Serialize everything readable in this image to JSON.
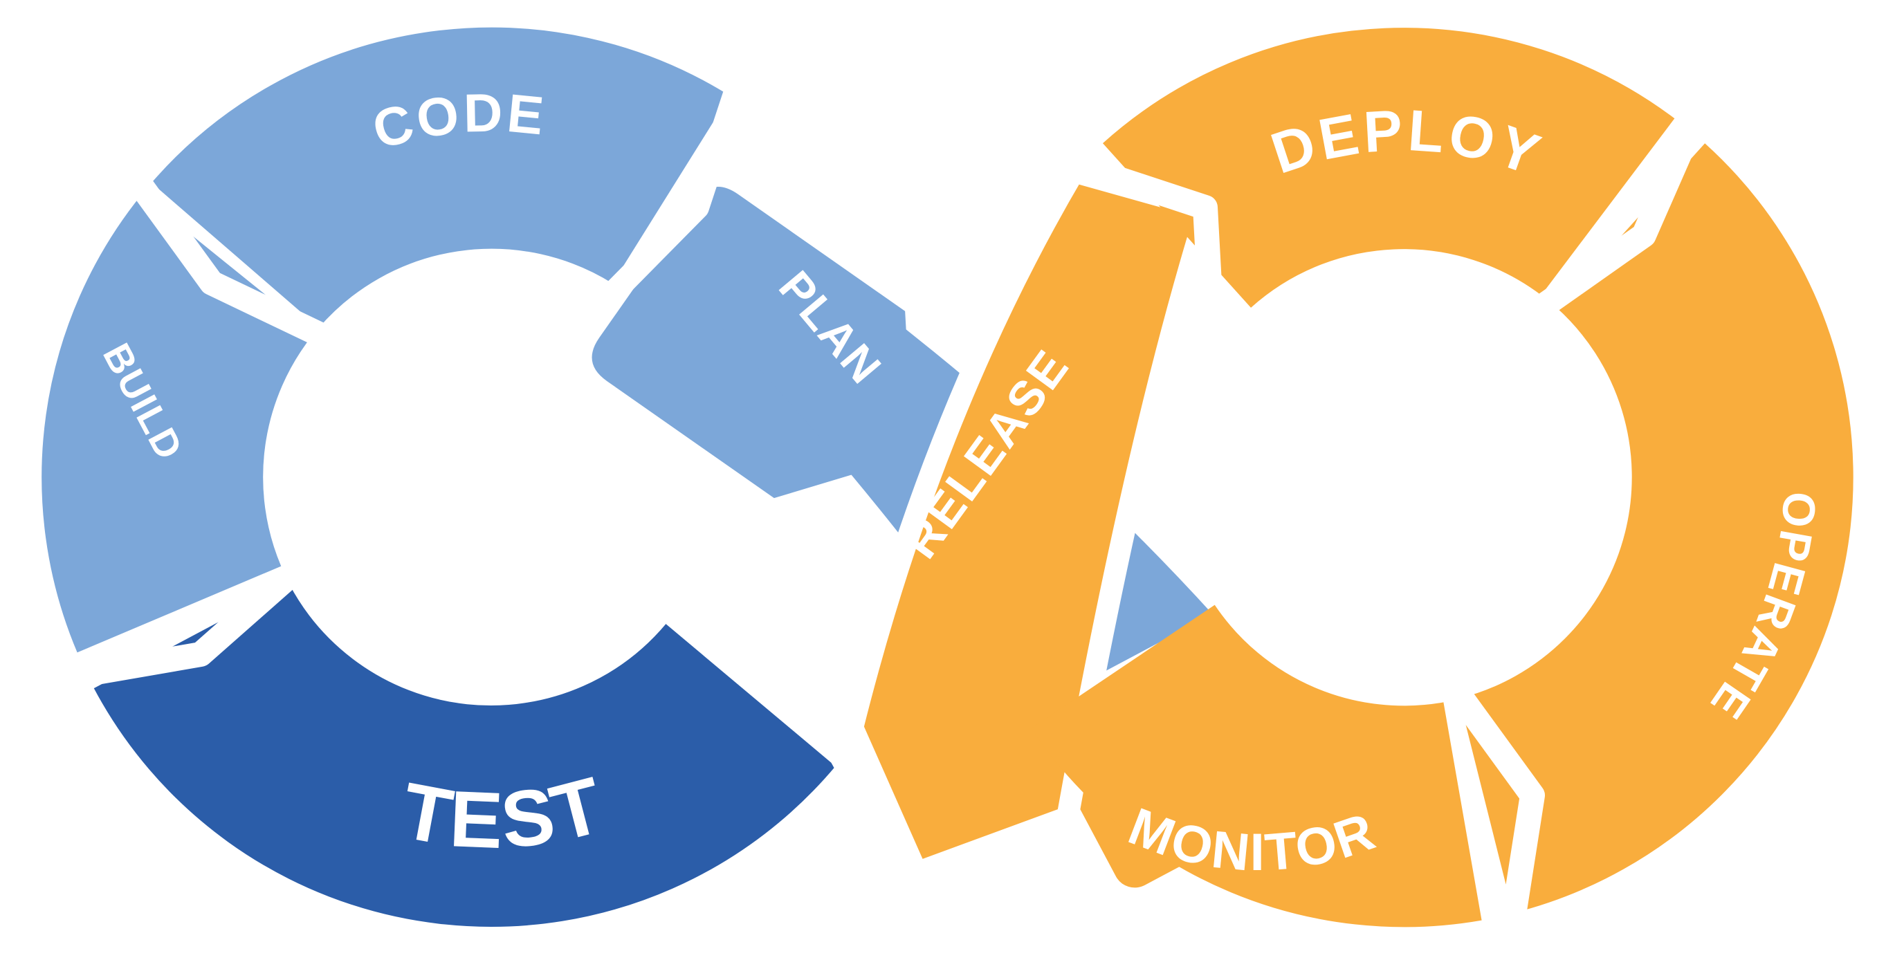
{
  "diagram": {
    "colors": {
      "light_blue": "#7CA7D9",
      "dark_blue": "#2B5DA9",
      "orange": "#F9AD3D",
      "separator": "#FFFFFF",
      "label_text": "#FFFFFF",
      "background": "#FFFFFF"
    },
    "stages": [
      {
        "id": "plan",
        "label": "PLAN",
        "color": "#7CA7D9"
      },
      {
        "id": "code",
        "label": "CODE",
        "color": "#7CA7D9"
      },
      {
        "id": "build",
        "label": "BUILD",
        "color": "#7CA7D9"
      },
      {
        "id": "test",
        "label": "TEST",
        "color": "#2B5DA9"
      },
      {
        "id": "release",
        "label": "RELEASE",
        "color": "#F9AD3D"
      },
      {
        "id": "deploy",
        "label": "DEPLOY",
        "color": "#F9AD3D"
      },
      {
        "id": "operate",
        "label": "OPERATE",
        "color": "#F9AD3D"
      },
      {
        "id": "monitor",
        "label": "MONITOR",
        "color": "#F9AD3D"
      }
    ]
  }
}
